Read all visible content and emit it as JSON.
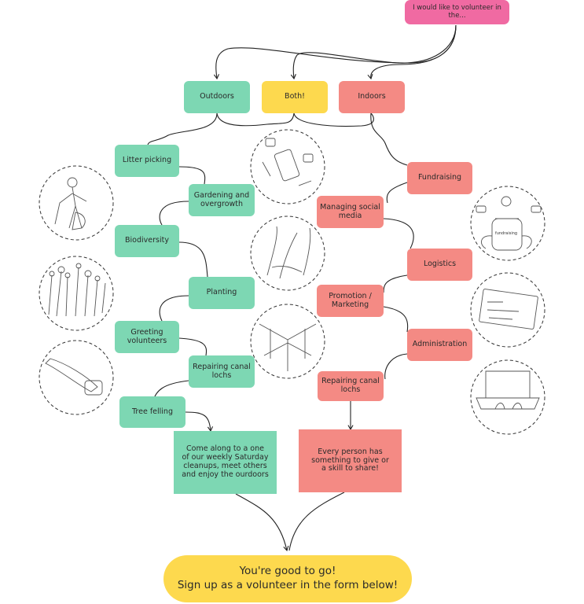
{
  "nodes": {
    "start": "I would like to volunteer in the...",
    "outdoors": "Outdoors",
    "both": "Both!",
    "indoors": "Indoors",
    "outdoor_items": [
      "Litter picking",
      "Gardening and overgrowth",
      "Biodiversity",
      "Planting",
      "Greeting volunteers",
      "Repairing canal lochs",
      "Tree felling"
    ],
    "indoor_items": [
      "Fundraising",
      "Managing social media",
      "Logistics",
      "Promotion / Marketing",
      "Administration",
      "Repairing canal lochs"
    ],
    "outdoor_outcome": "Come along to a one of our weekly Saturday cleanups, meet others and enjoy the ourdoors",
    "indoor_outcome": "Every person has something to give or a skill to share!",
    "final_line1": "You're good to go!",
    "final_line2": "Sign up as a volunteer in the form below!"
  },
  "illustrations": {
    "left": [
      "gardener-with-shovel-icon",
      "wildflowers-icon",
      "chainsaw-icon"
    ],
    "center": [
      "phone-and-tools-icon",
      "planting-hands-icon",
      "wooden-lock-gates-icon"
    ],
    "right": [
      "fundraising-jar-icon",
      "planning-board-icon",
      "laptop-typing-icon"
    ],
    "label_on_jar": "fundraising"
  },
  "colors": {
    "outdoor": "#7dd7b3",
    "indoor": "#f48a84",
    "both": "#fdd94e",
    "start": "#f06aa2",
    "final": "#fdd94e"
  }
}
